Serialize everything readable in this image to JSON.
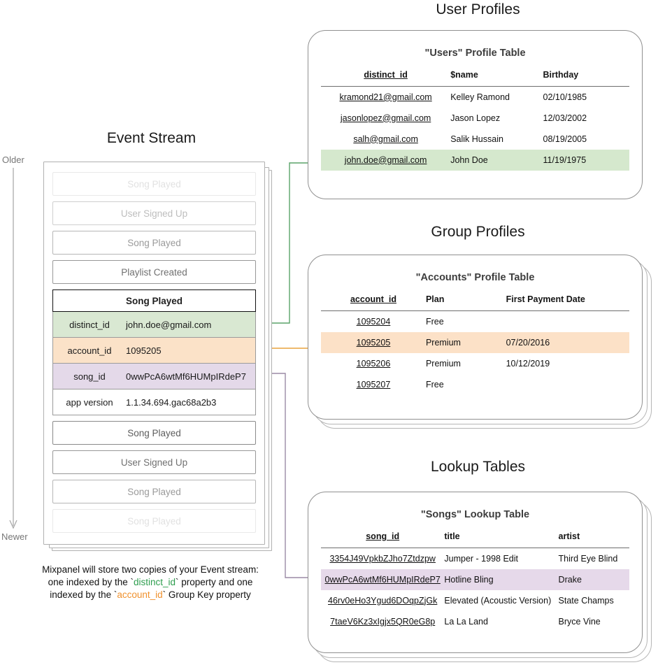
{
  "sections": {
    "event_stream": {
      "title": "Event Stream",
      "axis_top": "Older",
      "axis_bottom": "Newer",
      "events_above": [
        {
          "label": "Song Played"
        },
        {
          "label": "User Signed Up"
        },
        {
          "label": "Song Played"
        },
        {
          "label": "Playlist Created"
        }
      ],
      "focused_event": {
        "name": "Song Played",
        "properties": [
          {
            "key": "distinct_id",
            "value": "john.doe@gmail.com",
            "highlight": "green"
          },
          {
            "key": "account_id",
            "value": "1095205",
            "highlight": "orange"
          },
          {
            "key": "song_id",
            "value": "0wwPcA6wtMf6HUMpIRdeP7",
            "highlight": "purple"
          },
          {
            "key": "app version",
            "value": "1.1.34.694.gac68a2b3",
            "highlight": "none"
          }
        ]
      },
      "events_below": [
        {
          "label": "Song Played"
        },
        {
          "label": "User Signed Up"
        },
        {
          "label": "Song Played"
        },
        {
          "label": "Song Played"
        }
      ],
      "caption": {
        "line1": "Mixpanel will store two copies of your Event stream:",
        "line2_a": "one indexed by the `",
        "line2_token": "distinct_id",
        "line2_b": "` property and one",
        "line3_a": "indexed by the `",
        "line3_token": "account_id",
        "line3_b": "` Group Key property"
      }
    },
    "user_profiles": {
      "title": "User Profiles",
      "table": {
        "caption": "\"Users\" Profile Table",
        "columns": [
          "distinct_id",
          "$name",
          "Birthday"
        ],
        "rows": [
          {
            "cells": [
              "kramond21@gmail.com",
              "Kelley Ramond",
              "02/10/1985"
            ],
            "highlight": "none"
          },
          {
            "cells": [
              "jasonlopez@gmail.com",
              "Jason Lopez",
              "12/03/2002"
            ],
            "highlight": "none"
          },
          {
            "cells": [
              "salh@gmail.com",
              "Salik Hussain",
              "08/19/2005"
            ],
            "highlight": "none"
          },
          {
            "cells": [
              "john.doe@gmail.com",
              "John Doe",
              "11/19/1975"
            ],
            "highlight": "green"
          }
        ]
      }
    },
    "group_profiles": {
      "title": "Group Profiles",
      "table": {
        "caption": "\"Accounts\" Profile Table",
        "columns": [
          "account_id",
          "Plan",
          "First Payment Date"
        ],
        "rows": [
          {
            "cells": [
              "1095204",
              "Free",
              ""
            ],
            "highlight": "none"
          },
          {
            "cells": [
              "1095205",
              "Premium",
              "07/20/2016"
            ],
            "highlight": "orange"
          },
          {
            "cells": [
              "1095206",
              "Premium",
              "10/12/2019"
            ],
            "highlight": "none"
          },
          {
            "cells": [
              "1095207",
              "Free",
              ""
            ],
            "highlight": "none"
          }
        ]
      }
    },
    "lookup_tables": {
      "title": "Lookup Tables",
      "table": {
        "caption": "\"Songs\" Lookup Table",
        "columns": [
          "song_id",
          "title",
          "artist"
        ],
        "rows": [
          {
            "cells": [
              "3354J49VpkbZJho7Ztdzpw",
              "Jumper - 1998 Edit",
              "Third Eye Blind"
            ],
            "highlight": "none"
          },
          {
            "cells": [
              "0wwPcA6wtMf6HUMpIRdeP7",
              "Hotline Bling",
              "Drake"
            ],
            "highlight": "purple"
          },
          {
            "cells": [
              "46rv0eHo3Ygud6DOqpZjGk",
              "Elevated (Acoustic Version)",
              "State Champs"
            ],
            "highlight": "none"
          },
          {
            "cells": [
              "7taeV6Kz3xIgjx5QR0eG8p",
              "La La Land",
              "Bryce Vine"
            ],
            "highlight": "none"
          }
        ]
      }
    }
  },
  "colors": {
    "green_fill": "#d9e8d2",
    "orange_fill": "#fbe2c8",
    "purple_fill": "#e4d9e9",
    "green_line": "#5aa469",
    "orange_line": "#e8a33d",
    "purple_line": "#9b8aa6",
    "axis_gray": "#aaaaaa",
    "token_green": "#2e9e4f",
    "token_orange": "#f0912d"
  },
  "connectors": [
    {
      "name": "distinct-id-to-users-table",
      "from": "event.distinct_id",
      "to": "users-table-row-john-doe",
      "color": "#5aa469"
    },
    {
      "name": "account-id-to-accounts-table",
      "from": "event.account_id",
      "to": "accounts-table-row-1095205",
      "color": "#e8a33d"
    },
    {
      "name": "song-id-to-songs-table",
      "from": "event.song_id",
      "to": "songs-table-row-hotline",
      "color": "#9b8aa6"
    }
  ]
}
